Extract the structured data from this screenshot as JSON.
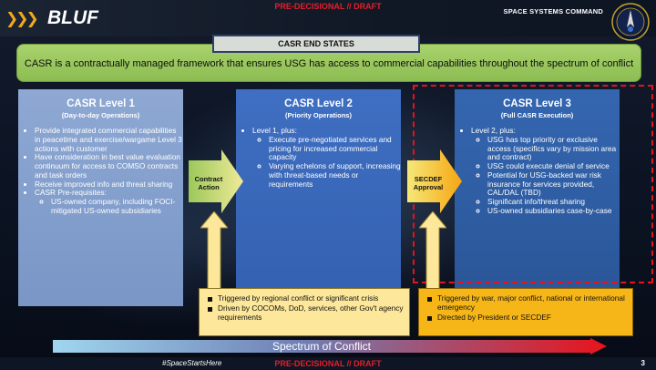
{
  "header": {
    "section_title": "BLUF",
    "classification_top": "PRE-DECISIONAL // DRAFT",
    "organization": "SPACE SYSTEMS COMMAND",
    "seal_icon": "space-systems-command-seal-icon"
  },
  "end_states": {
    "label": "CASR END STATES",
    "statement": "CASR is a contractually managed framework that ensures USG has access to commercial capabilities throughout the spectrum of conflict"
  },
  "levels": [
    {
      "title": "CASR Level 1",
      "subtitle": "(Day-to-day Operations)",
      "bullets": [
        "Provide integrated commercial capabilities in peacetime and exercise/wargame Level 3 actions with customer",
        "Have consideration in best value evaluation continuum for access to COMSO contracts and task orders",
        "Receive improved info and threat sharing",
        "CASR Pre-requisites:"
      ],
      "sub_bullets": [
        "US-owned company, including FOCI-mitigated US-owned subsidiaries"
      ]
    },
    {
      "title": "CASR Level 2",
      "subtitle": "(Priority Operations)",
      "lead": "Level 1, plus:",
      "sub_bullets": [
        "Execute pre-negotiated services and pricing for increased commercial capacity",
        "Varying echelons of support, increasing with threat-based needs or requirements"
      ]
    },
    {
      "title": "CASR Level 3",
      "subtitle": "(Full CASR Execution)",
      "lead": "Level 2, plus:",
      "sub_bullets": [
        "USG has top priority or exclusive access (specifics vary by mission area and contract)",
        "USG could execute denial of service",
        "Potential for USG-backed war risk insurance for services provided, CAL/DAL (TBD)",
        "Significant info/threat sharing",
        "US-owned subsidiaries case-by-case"
      ]
    }
  ],
  "transitions": {
    "first": "Contract Action",
    "second": "SECDEF Approval"
  },
  "triggers": {
    "level2": [
      "Triggered by regional conflict or significant crisis",
      "Driven by COCOMs, DoD, services, other Gov't agency requirements"
    ],
    "level3": [
      "Triggered by war, major conflict, national or international emergency",
      "Directed by President or SECDEF"
    ]
  },
  "spectrum": {
    "label": "Spectrum of Conflict"
  },
  "footer": {
    "hashtag": "#SpaceStartsHere",
    "classification_bottom": "PRE-DECISIONAL // DRAFT",
    "page_number": "3"
  },
  "colors": {
    "accent_gold": "#f2a81d",
    "classification_red": "#e0202a",
    "banner_green": "#9bc85e",
    "level1_blue": "#8aa5d1",
    "level2_blue": "#3a68ba",
    "level3_blue": "#2f5ea6",
    "callout_yellow": "#fde79a",
    "callout_orange": "#f6b618"
  }
}
